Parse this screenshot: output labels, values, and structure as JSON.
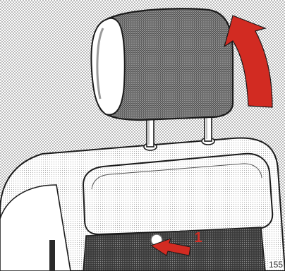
{
  "figure": {
    "step_marker": "1",
    "figure_number": "155"
  },
  "colors": {
    "arrow_red": "#d22b22",
    "line_black": "#1a1a1a",
    "halftone_grey": "#bdbdbd"
  },
  "icons": {
    "raise_arrow": "curved-up-arrow",
    "push_arrow": "straight-arrow"
  }
}
